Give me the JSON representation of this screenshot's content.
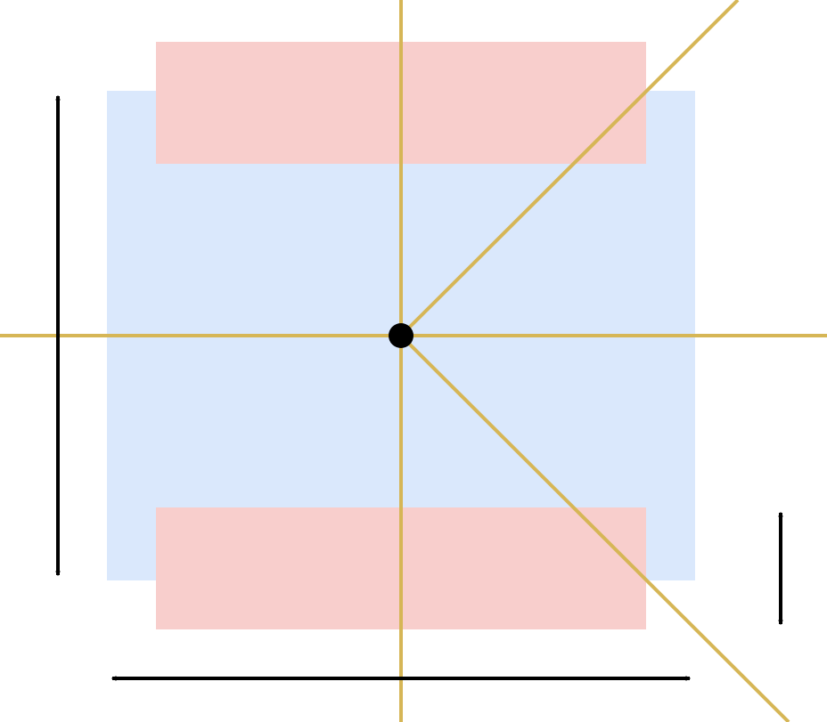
{
  "diagram": {
    "colors": {
      "background": "#ffffff",
      "main_rect_fill": "#dae8fc",
      "band_fill": "#f8cecc",
      "guide_line": "#d6b656",
      "arrow": "#000000",
      "center_dot": "#000000"
    },
    "elements": {
      "main_rect": "main-rectangle",
      "top_band": "top-band",
      "bottom_band": "bottom-band",
      "center_dot": "center-point"
    },
    "labels": {}
  }
}
